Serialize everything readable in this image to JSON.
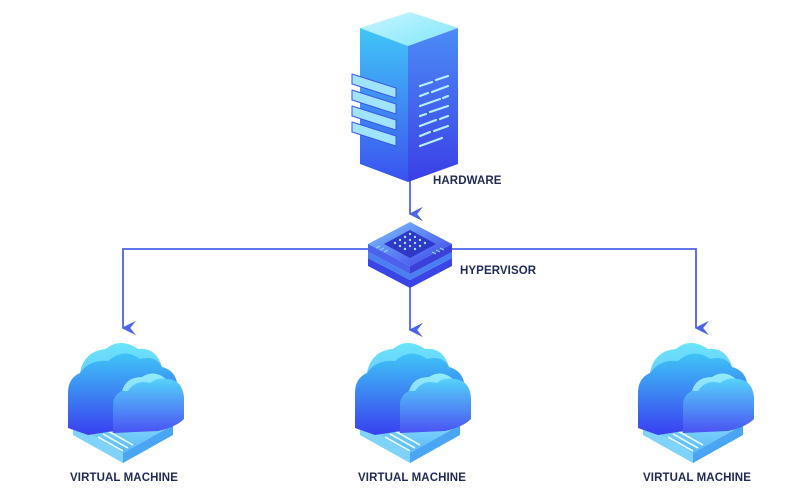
{
  "nodes": {
    "hardware": {
      "label": "HARDWARE",
      "icon": "server-icon"
    },
    "hypervisor": {
      "label": "HYPERVISOR",
      "icon": "chip-icon"
    },
    "virtual_machines": [
      {
        "label": "VIRTUAL MACHINE",
        "icon": "cloud-server-icon"
      },
      {
        "label": "VIRTUAL MACHINE",
        "icon": "cloud-server-icon"
      },
      {
        "label": "VIRTUAL MACHINE",
        "icon": "cloud-server-icon"
      }
    ]
  },
  "edges": [
    {
      "from": "HARDWARE",
      "to": "HYPERVISOR"
    },
    {
      "from": "HYPERVISOR",
      "to": "VIRTUAL MACHINE (left)"
    },
    {
      "from": "HYPERVISOR",
      "to": "VIRTUAL MACHINE (center)"
    },
    {
      "from": "HYPERVISOR",
      "to": "VIRTUAL MACHINE (right)"
    }
  ],
  "colors": {
    "connector": "#4a63e8",
    "label_text": "#1f2a55",
    "gradient_light": "#3fd3f5",
    "gradient_dark": "#3b3ff0"
  }
}
